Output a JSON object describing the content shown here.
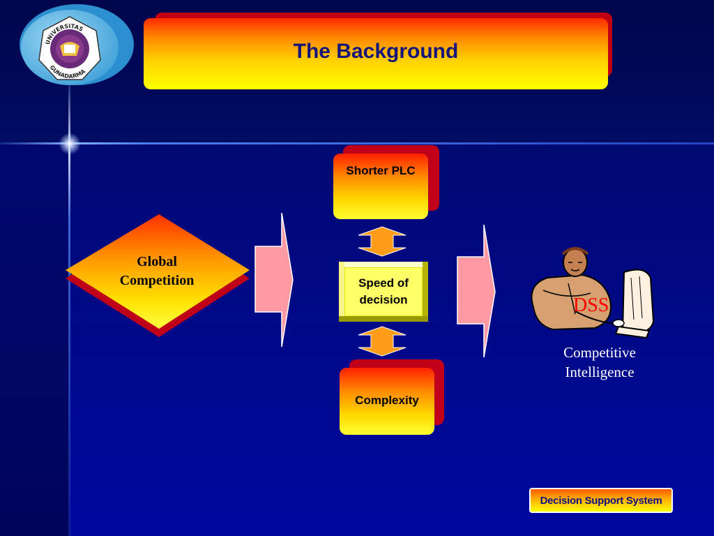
{
  "slide": {
    "title": "The Background",
    "footer_button": "Decision Support System"
  },
  "logo": {
    "text_top": "UNIVERSITAS",
    "text_bottom": "GUNADARMA"
  },
  "diagram": {
    "source": "Global Competition",
    "source_lines": [
      "Global",
      "Competition"
    ],
    "pressure_top": "Shorter PLC",
    "center": "Speed of decision",
    "center_lines": [
      "Speed of",
      "decision"
    ],
    "pressure_bottom": "Complexity",
    "clipart_label": "DSS",
    "result_lines": [
      "Competitive",
      "Intelligence"
    ]
  },
  "colors": {
    "background": "#00097a",
    "title_text": "#15157a",
    "box_back": "#c00018",
    "arrow_fill": "#ff9aa4",
    "dss_text": "#ff0000"
  }
}
